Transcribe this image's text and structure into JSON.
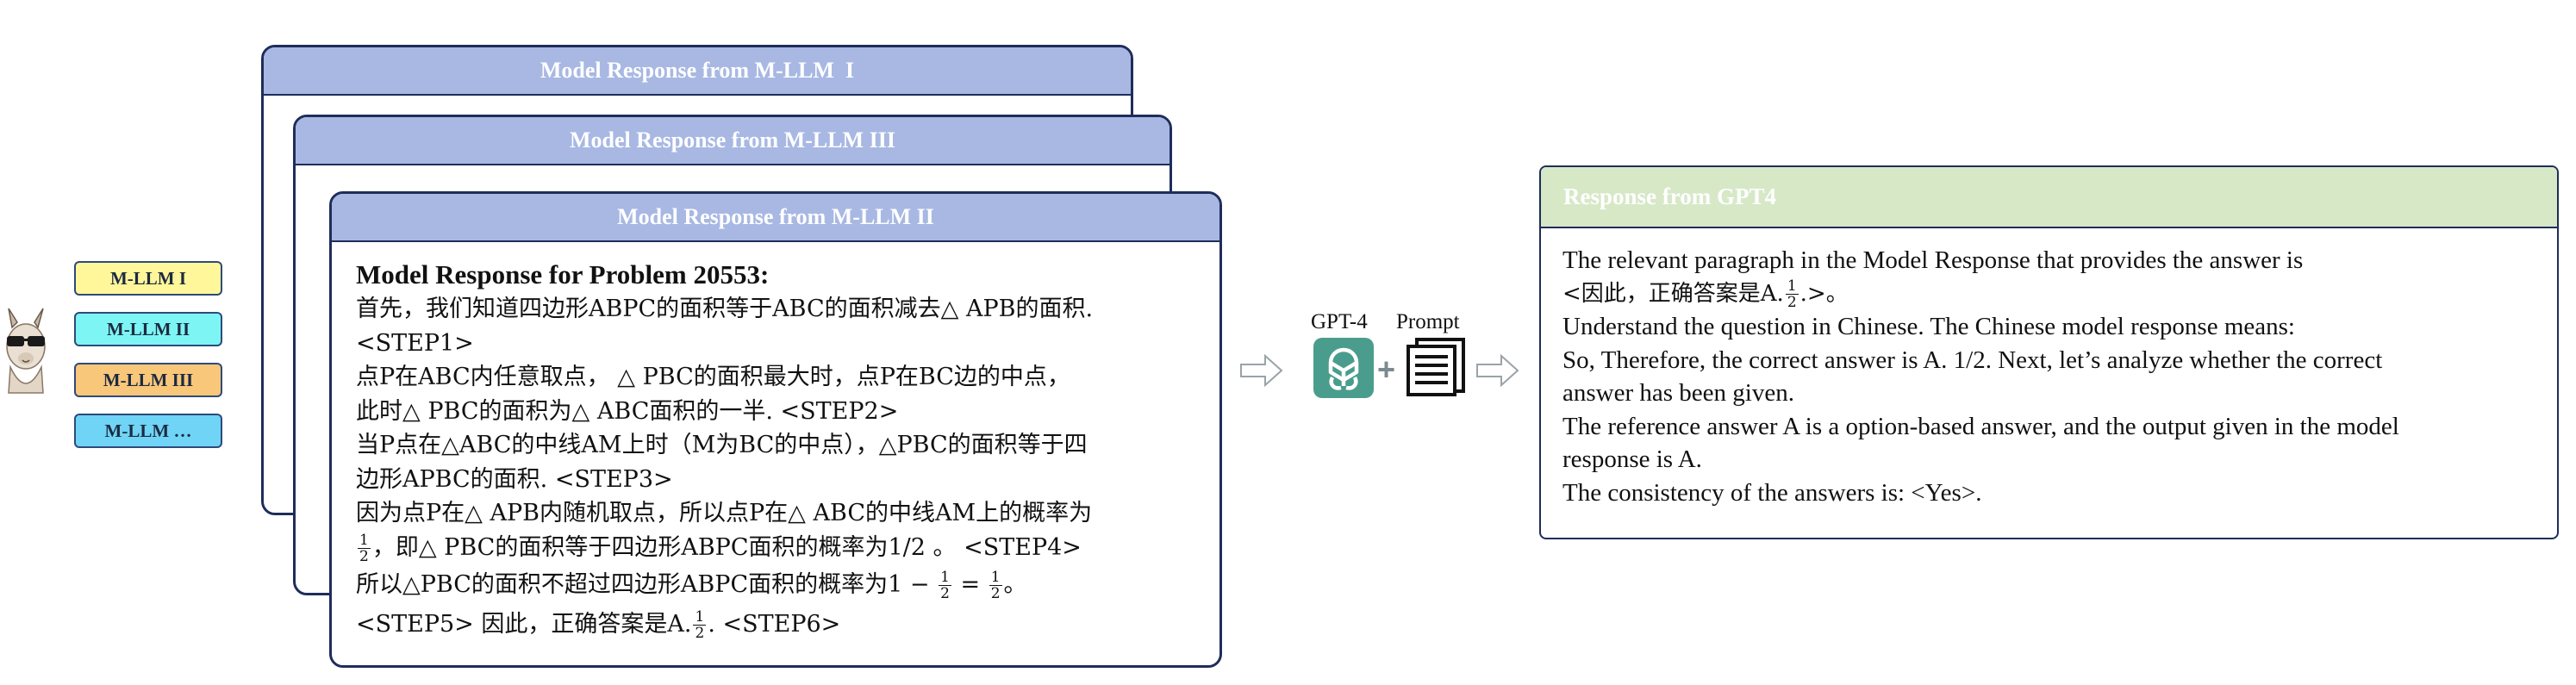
{
  "models": [
    {
      "label": "M-LLM I",
      "color": "#fff799"
    },
    {
      "label": "M-LLM II",
      "color": "#7df5f5"
    },
    {
      "label": "M-LLM III",
      "color": "#f8c77a"
    },
    {
      "label": "M-LLM …",
      "color": "#6fd4f5"
    }
  ],
  "cards": {
    "back_title": "Model Response from M-LLM  I",
    "middle_title": "Model Response from M-LLM III",
    "front_title": "Model Response from M-LLM II"
  },
  "front_body": {
    "title": "Model Response for Problem 20553:",
    "l1": "首先，我们知道四边形ABPC的面积等于ABC的面积减去△ APB的面积.",
    "l2": "<STEP1>",
    "l3": "点P在ABC内任意取点， △ PBC的面积最大时，点P在BC边的中点，",
    "l4": "此时△ PBC的面积为△ ABC面积的一半. <STEP2>",
    "l5": "当P点在△ABC的中线AM上时（M为BC的中点），△PBC的面积等于四",
    "l6": "边形APBC的面积. <STEP3>",
    "l7": "因为点P在△ APB内随机取点，所以点P在△ ABC的中线AM上的概率为",
    "l8a": "，即△ PBC的面积等于四边形ABPC面积的概率为1/2 。 <STEP4>",
    "l9a": "所以△PBC的面积不超过四边形ABPC面积的概率为1 −",
    "l9b": "=",
    "l9c": "。",
    "l10a": "<STEP5> 因此，正确答案是A.",
    "l10b": ". <STEP6>",
    "frac_num": "1",
    "frac_den": "2"
  },
  "gpt": {
    "model_label": "GPT-4",
    "prompt_label": "Prompt"
  },
  "response": {
    "title": "Response from GPT4",
    "l1": "The relevant paragraph in the Model Response that provides the answer is",
    "l2a": "<因此，正确答案是A.",
    "l2b": ".>。",
    "l3": "Understand the question in Chinese. The Chinese model response means:",
    "l4": "So, Therefore, the correct answer is A. 1/2.   Next, let’s analyze whether the correct",
    "l5": "answer has been given.",
    "l6": "The reference answer A is a option-based answer, and the output given in the model",
    "l7": "response is A.",
    "l8": "The consistency of the answers is: <Yes>."
  }
}
